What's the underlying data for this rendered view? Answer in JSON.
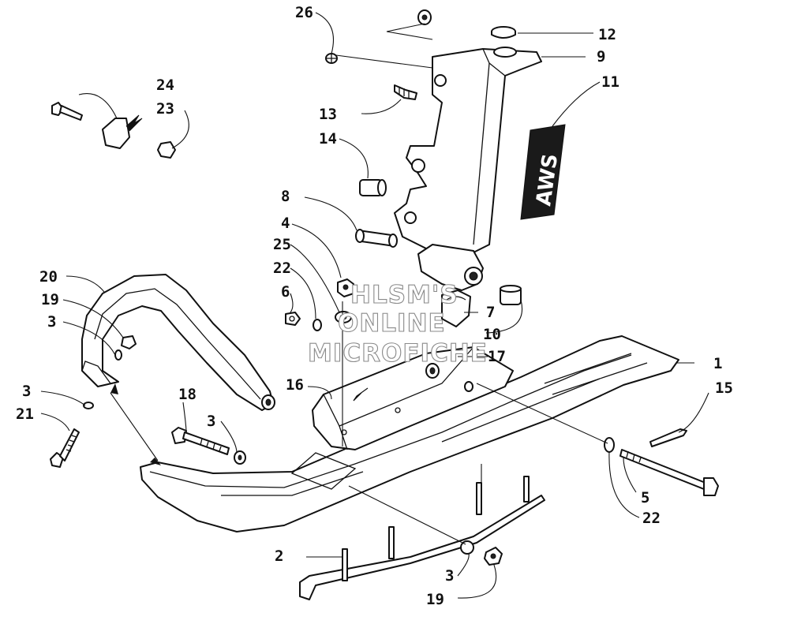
{
  "callouts": [
    {
      "id": "c1",
      "text": "1"
    },
    {
      "id": "c2",
      "text": "2"
    },
    {
      "id": "c3a",
      "text": "3"
    },
    {
      "id": "c3b",
      "text": "3"
    },
    {
      "id": "c3c",
      "text": "3"
    },
    {
      "id": "c3d",
      "text": "3"
    },
    {
      "id": "c4",
      "text": "4"
    },
    {
      "id": "c5",
      "text": "5"
    },
    {
      "id": "c6",
      "text": "6"
    },
    {
      "id": "c7",
      "text": "7"
    },
    {
      "id": "c8",
      "text": "8"
    },
    {
      "id": "c9",
      "text": "9"
    },
    {
      "id": "c10",
      "text": "10"
    },
    {
      "id": "c11",
      "text": "11"
    },
    {
      "id": "c12",
      "text": "12"
    },
    {
      "id": "c13",
      "text": "13"
    },
    {
      "id": "c14",
      "text": "14"
    },
    {
      "id": "c15",
      "text": "15"
    },
    {
      "id": "c16",
      "text": "16"
    },
    {
      "id": "c17",
      "text": "17"
    },
    {
      "id": "c18",
      "text": "18"
    },
    {
      "id": "c19a",
      "text": "19"
    },
    {
      "id": "c19b",
      "text": "19"
    },
    {
      "id": "c20",
      "text": "20"
    },
    {
      "id": "c21",
      "text": "21"
    },
    {
      "id": "c22a",
      "text": "22"
    },
    {
      "id": "c22b",
      "text": "22"
    },
    {
      "id": "c23",
      "text": "23"
    },
    {
      "id": "c24",
      "text": "24"
    },
    {
      "id": "c25",
      "text": "25"
    },
    {
      "id": "c26",
      "text": "26"
    }
  ],
  "watermark": [
    "HLSM'S",
    "ONLINE",
    "MICROFICHE"
  ],
  "decal_text": "AWS"
}
